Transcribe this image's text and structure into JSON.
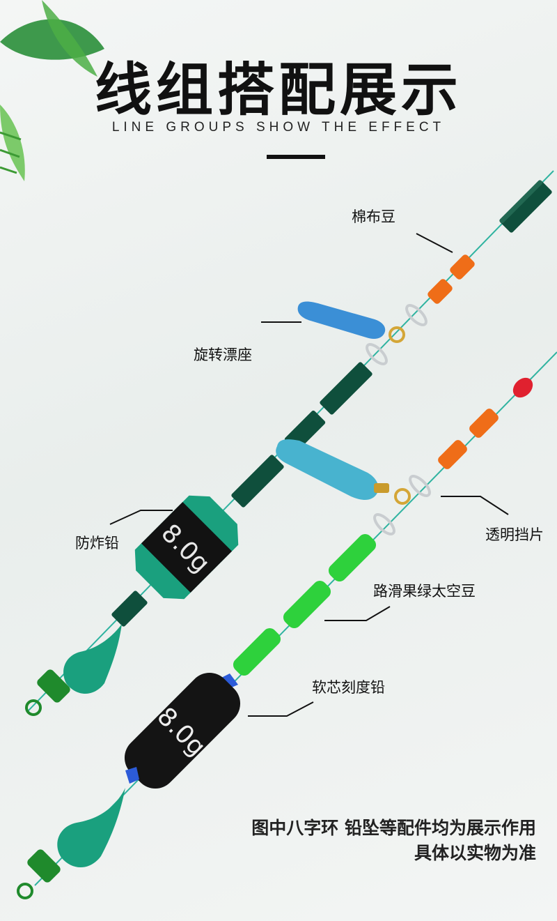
{
  "header": {
    "title": "线组搭配展示",
    "subtitle": "LINE GROUPS SHOW THE EFFECT"
  },
  "callouts": {
    "cotton_bead": "棉布豆",
    "swivel_float_seat": "旋转漂座",
    "explosion_proof_lead": "防炸铅",
    "clear_stopper": "透明挡片",
    "green_space_bean": "路滑果绿太空豆",
    "soft_core_scale_lead": "软芯刻度铅"
  },
  "weights": {
    "upper_lead_value": "8.0g",
    "lower_lead_value": "8.0g"
  },
  "notice": {
    "line1": "图中八字环 铅坠等配件均为展示作用",
    "line2": "具体以实物为准"
  },
  "colors": {
    "line": "#2fb3a0",
    "dark_green_tube": "#0f4f3c",
    "orange_bead": "#ef6d18",
    "blue_float_seat": "#3b8fd6",
    "light_blue_float_seat": "#48b3cf",
    "bright_green_bean": "#2ed13c",
    "red_bead": "#e0212f",
    "black_lead": "#141414",
    "teal_lead": "#1aa07e"
  }
}
